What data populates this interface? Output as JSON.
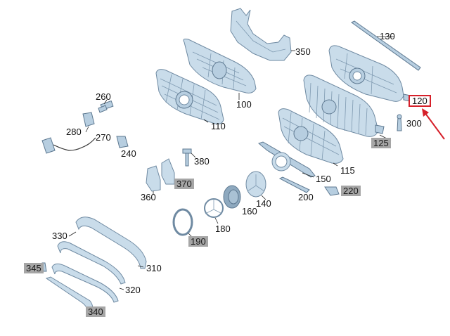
{
  "diagram": {
    "title": "",
    "parts": [
      {
        "id": "p130",
        "label": "130",
        "highlighted": false
      },
      {
        "id": "p350",
        "label": "350",
        "highlighted": false
      },
      {
        "id": "p100",
        "label": "100",
        "highlighted": false
      },
      {
        "id": "p260",
        "label": "260",
        "highlighted": false
      },
      {
        "id": "p120",
        "label": "120",
        "highlighted": false,
        "boxed": true
      },
      {
        "id": "p300",
        "label": "300",
        "highlighted": false
      },
      {
        "id": "p110",
        "label": "110",
        "highlighted": false
      },
      {
        "id": "p280",
        "label": "280",
        "highlighted": false
      },
      {
        "id": "p270",
        "label": "270",
        "highlighted": false
      },
      {
        "id": "p240",
        "label": "240",
        "highlighted": false
      },
      {
        "id": "p125",
        "label": "125",
        "highlighted": true
      },
      {
        "id": "p380",
        "label": "380",
        "highlighted": false
      },
      {
        "id": "p115",
        "label": "115",
        "highlighted": false
      },
      {
        "id": "p150",
        "label": "150",
        "highlighted": false
      },
      {
        "id": "p370",
        "label": "370",
        "highlighted": true
      },
      {
        "id": "p360",
        "label": "360",
        "highlighted": false
      },
      {
        "id": "p200",
        "label": "200",
        "highlighted": false
      },
      {
        "id": "p220",
        "label": "220",
        "highlighted": true
      },
      {
        "id": "p140",
        "label": "140",
        "highlighted": false
      },
      {
        "id": "p160",
        "label": "160",
        "highlighted": false
      },
      {
        "id": "p180",
        "label": "180",
        "highlighted": false
      },
      {
        "id": "p190",
        "label": "190",
        "highlighted": true
      },
      {
        "id": "p330",
        "label": "330",
        "highlighted": false
      },
      {
        "id": "p345",
        "label": "345",
        "highlighted": true
      },
      {
        "id": "p310",
        "label": "310",
        "highlighted": false
      },
      {
        "id": "p320",
        "label": "320",
        "highlighted": false
      },
      {
        "id": "p340",
        "label": "340",
        "highlighted": true
      }
    ],
    "colors": {
      "part_fill": "#c9dcea",
      "part_stroke": "#6f8aa2",
      "highlight_bg": "#a6a6a6",
      "callout_red": "#d6202a"
    }
  }
}
